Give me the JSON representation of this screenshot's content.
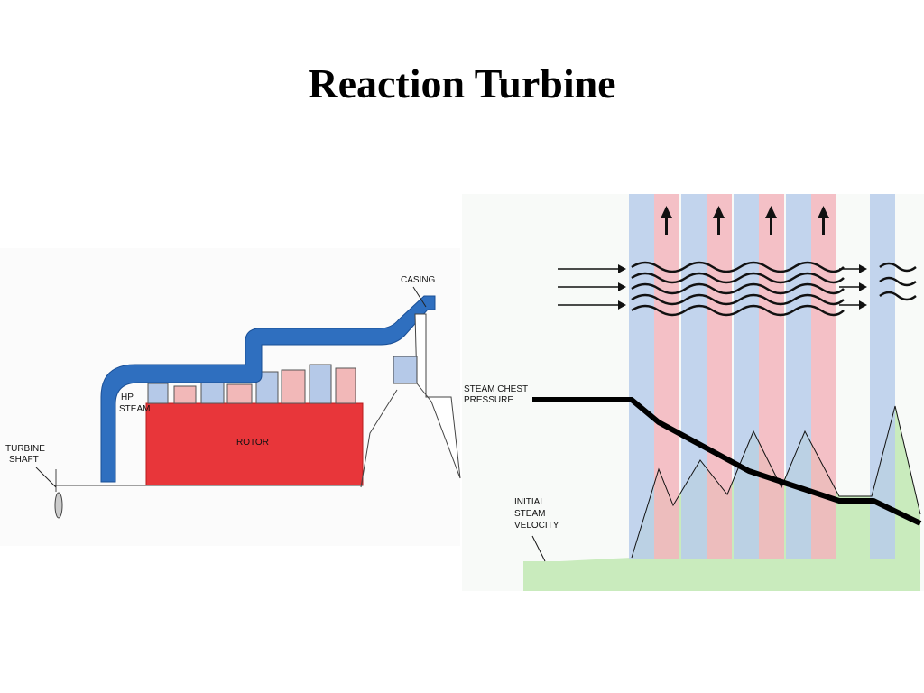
{
  "slide": {
    "title": "Reaction Turbine"
  },
  "left_figure": {
    "labels": {
      "casing": "CASING",
      "hp_steam_line1": "HP",
      "hp_steam_line2": "STEAM",
      "rotor": "ROTOR",
      "turbine_shaft_line1": "TURBINE",
      "turbine_shaft_line2": "SHAFT"
    },
    "colors": {
      "casing": "#2f6fbf",
      "rotor": "#e8363a",
      "fixed_blade": "#b5c9e8",
      "moving_blade": "#f2b8b8"
    }
  },
  "right_figure": {
    "labels": {
      "steam_chest_line1": "STEAM CHEST",
      "steam_chest_line2": "PRESSURE",
      "initial_velocity_line1": "INITIAL",
      "initial_velocity_line2": "STEAM",
      "initial_velocity_line3": "VELOCITY"
    },
    "colors": {
      "fixed_band": "#b9cdeb",
      "moving_band": "#f3b5bd",
      "velocity_fill": "#c9ebbd",
      "pressure_line": "#000000"
    }
  }
}
